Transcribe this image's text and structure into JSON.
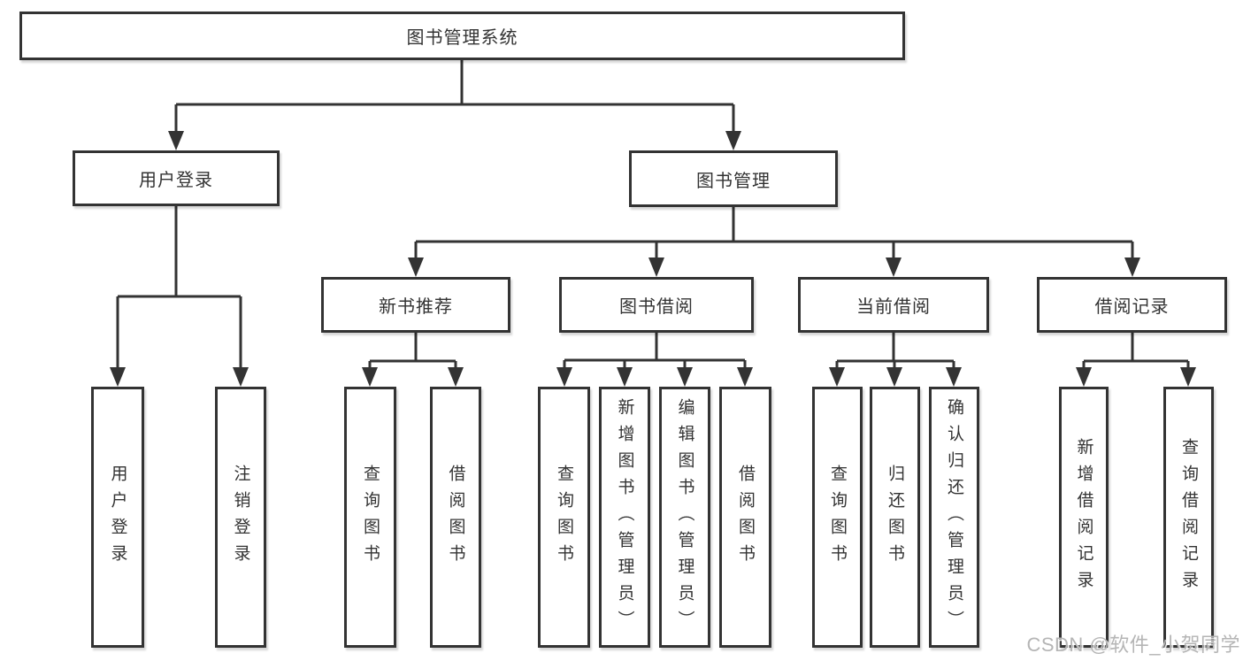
{
  "diagram": {
    "type": "hierarchy-tree",
    "title": "图书管理系统",
    "watermark": "CSDN @软件_小贺同学",
    "colors": {
      "background": "#ffffff",
      "line": "#333333",
      "text": "#333333",
      "box_fill": "#ffffff",
      "watermark": "#b5b5b5"
    },
    "nodes": {
      "system": {
        "label": "图书管理系统",
        "level": 1
      },
      "user_login": {
        "label": "用户登录",
        "level": 2
      },
      "book_mgmt": {
        "label": "图书管理",
        "level": 2
      },
      "user_login_leaf": {
        "label": "用户登录",
        "level": 3
      },
      "logout_leaf": {
        "label": "注销登录",
        "level": 3
      },
      "new_book_rec": {
        "label": "新书推荐",
        "level": 3
      },
      "book_borrow": {
        "label": "图书借阅",
        "level": 3
      },
      "current_borrow": {
        "label": "当前借阅",
        "level": 3
      },
      "borrow_records": {
        "label": "借阅记录",
        "level": 3
      },
      "rec_query_books": {
        "label": "查询图书",
        "level": 4
      },
      "rec_borrow_books": {
        "label": "借阅图书",
        "level": 4
      },
      "bb_query_books": {
        "label": "查询图书",
        "level": 4
      },
      "bb_add_books": {
        "label": "新增图书（管理员）",
        "level": 4
      },
      "bb_edit_books": {
        "label": "编辑图书（管理员）",
        "level": 4
      },
      "bb_borrow_books": {
        "label": "借阅图书",
        "level": 4
      },
      "cb_query_books": {
        "label": "查询图书",
        "level": 4
      },
      "cb_return_books": {
        "label": "归还图书",
        "level": 4
      },
      "cb_confirm_return": {
        "label": "确认归还（管理员）",
        "level": 4
      },
      "br_add_record": {
        "label": "新增借阅记录",
        "level": 4
      },
      "br_query_record": {
        "label": "查询借阅记录",
        "level": 4
      }
    },
    "edges": [
      [
        "system",
        "user_login"
      ],
      [
        "system",
        "book_mgmt"
      ],
      [
        "user_login",
        "user_login_leaf"
      ],
      [
        "user_login",
        "logout_leaf"
      ],
      [
        "book_mgmt",
        "new_book_rec"
      ],
      [
        "book_mgmt",
        "book_borrow"
      ],
      [
        "book_mgmt",
        "current_borrow"
      ],
      [
        "book_mgmt",
        "borrow_records"
      ],
      [
        "new_book_rec",
        "rec_query_books"
      ],
      [
        "new_book_rec",
        "rec_borrow_books"
      ],
      [
        "book_borrow",
        "bb_query_books"
      ],
      [
        "book_borrow",
        "bb_add_books"
      ],
      [
        "book_borrow",
        "bb_edit_books"
      ],
      [
        "book_borrow",
        "bb_borrow_books"
      ],
      [
        "current_borrow",
        "cb_query_books"
      ],
      [
        "current_borrow",
        "cb_return_books"
      ],
      [
        "current_borrow",
        "cb_confirm_return"
      ],
      [
        "borrow_records",
        "br_add_record"
      ],
      [
        "borrow_records",
        "br_query_record"
      ]
    ]
  }
}
